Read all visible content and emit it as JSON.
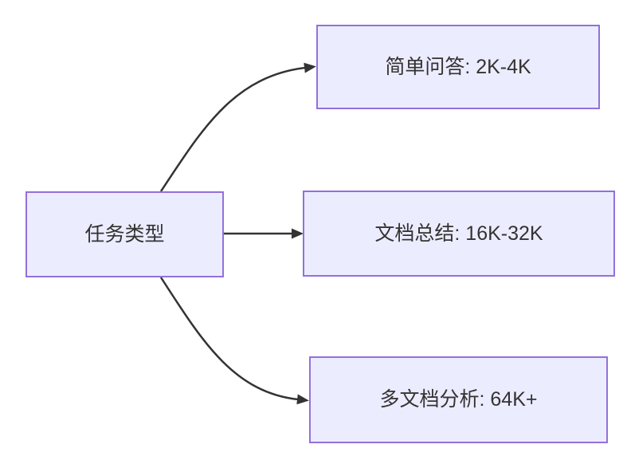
{
  "diagram": {
    "type": "flowchart",
    "direction": "left-to-right",
    "root": {
      "id": "task-type",
      "label": "任务类型"
    },
    "branches": [
      {
        "id": "simple-qa",
        "label": "简单问答: 2K-4K"
      },
      {
        "id": "doc-summary",
        "label": "文档总结: 16K-32K"
      },
      {
        "id": "multi-doc",
        "label": "多文档分析: 64K+"
      }
    ],
    "edges": [
      {
        "from": "task-type",
        "to": "simple-qa",
        "style": "curved-up",
        "arrowhead": "filled-triangle"
      },
      {
        "from": "task-type",
        "to": "doc-summary",
        "style": "straight",
        "arrowhead": "filled-triangle"
      },
      {
        "from": "task-type",
        "to": "multi-doc",
        "style": "curved-down",
        "arrowhead": "filled-triangle"
      }
    ],
    "colors": {
      "node_fill": "#ECECFF",
      "node_border": "#9370DB",
      "edge_stroke": "#333333",
      "text": "#333333",
      "background": "#FFFFFF"
    }
  }
}
